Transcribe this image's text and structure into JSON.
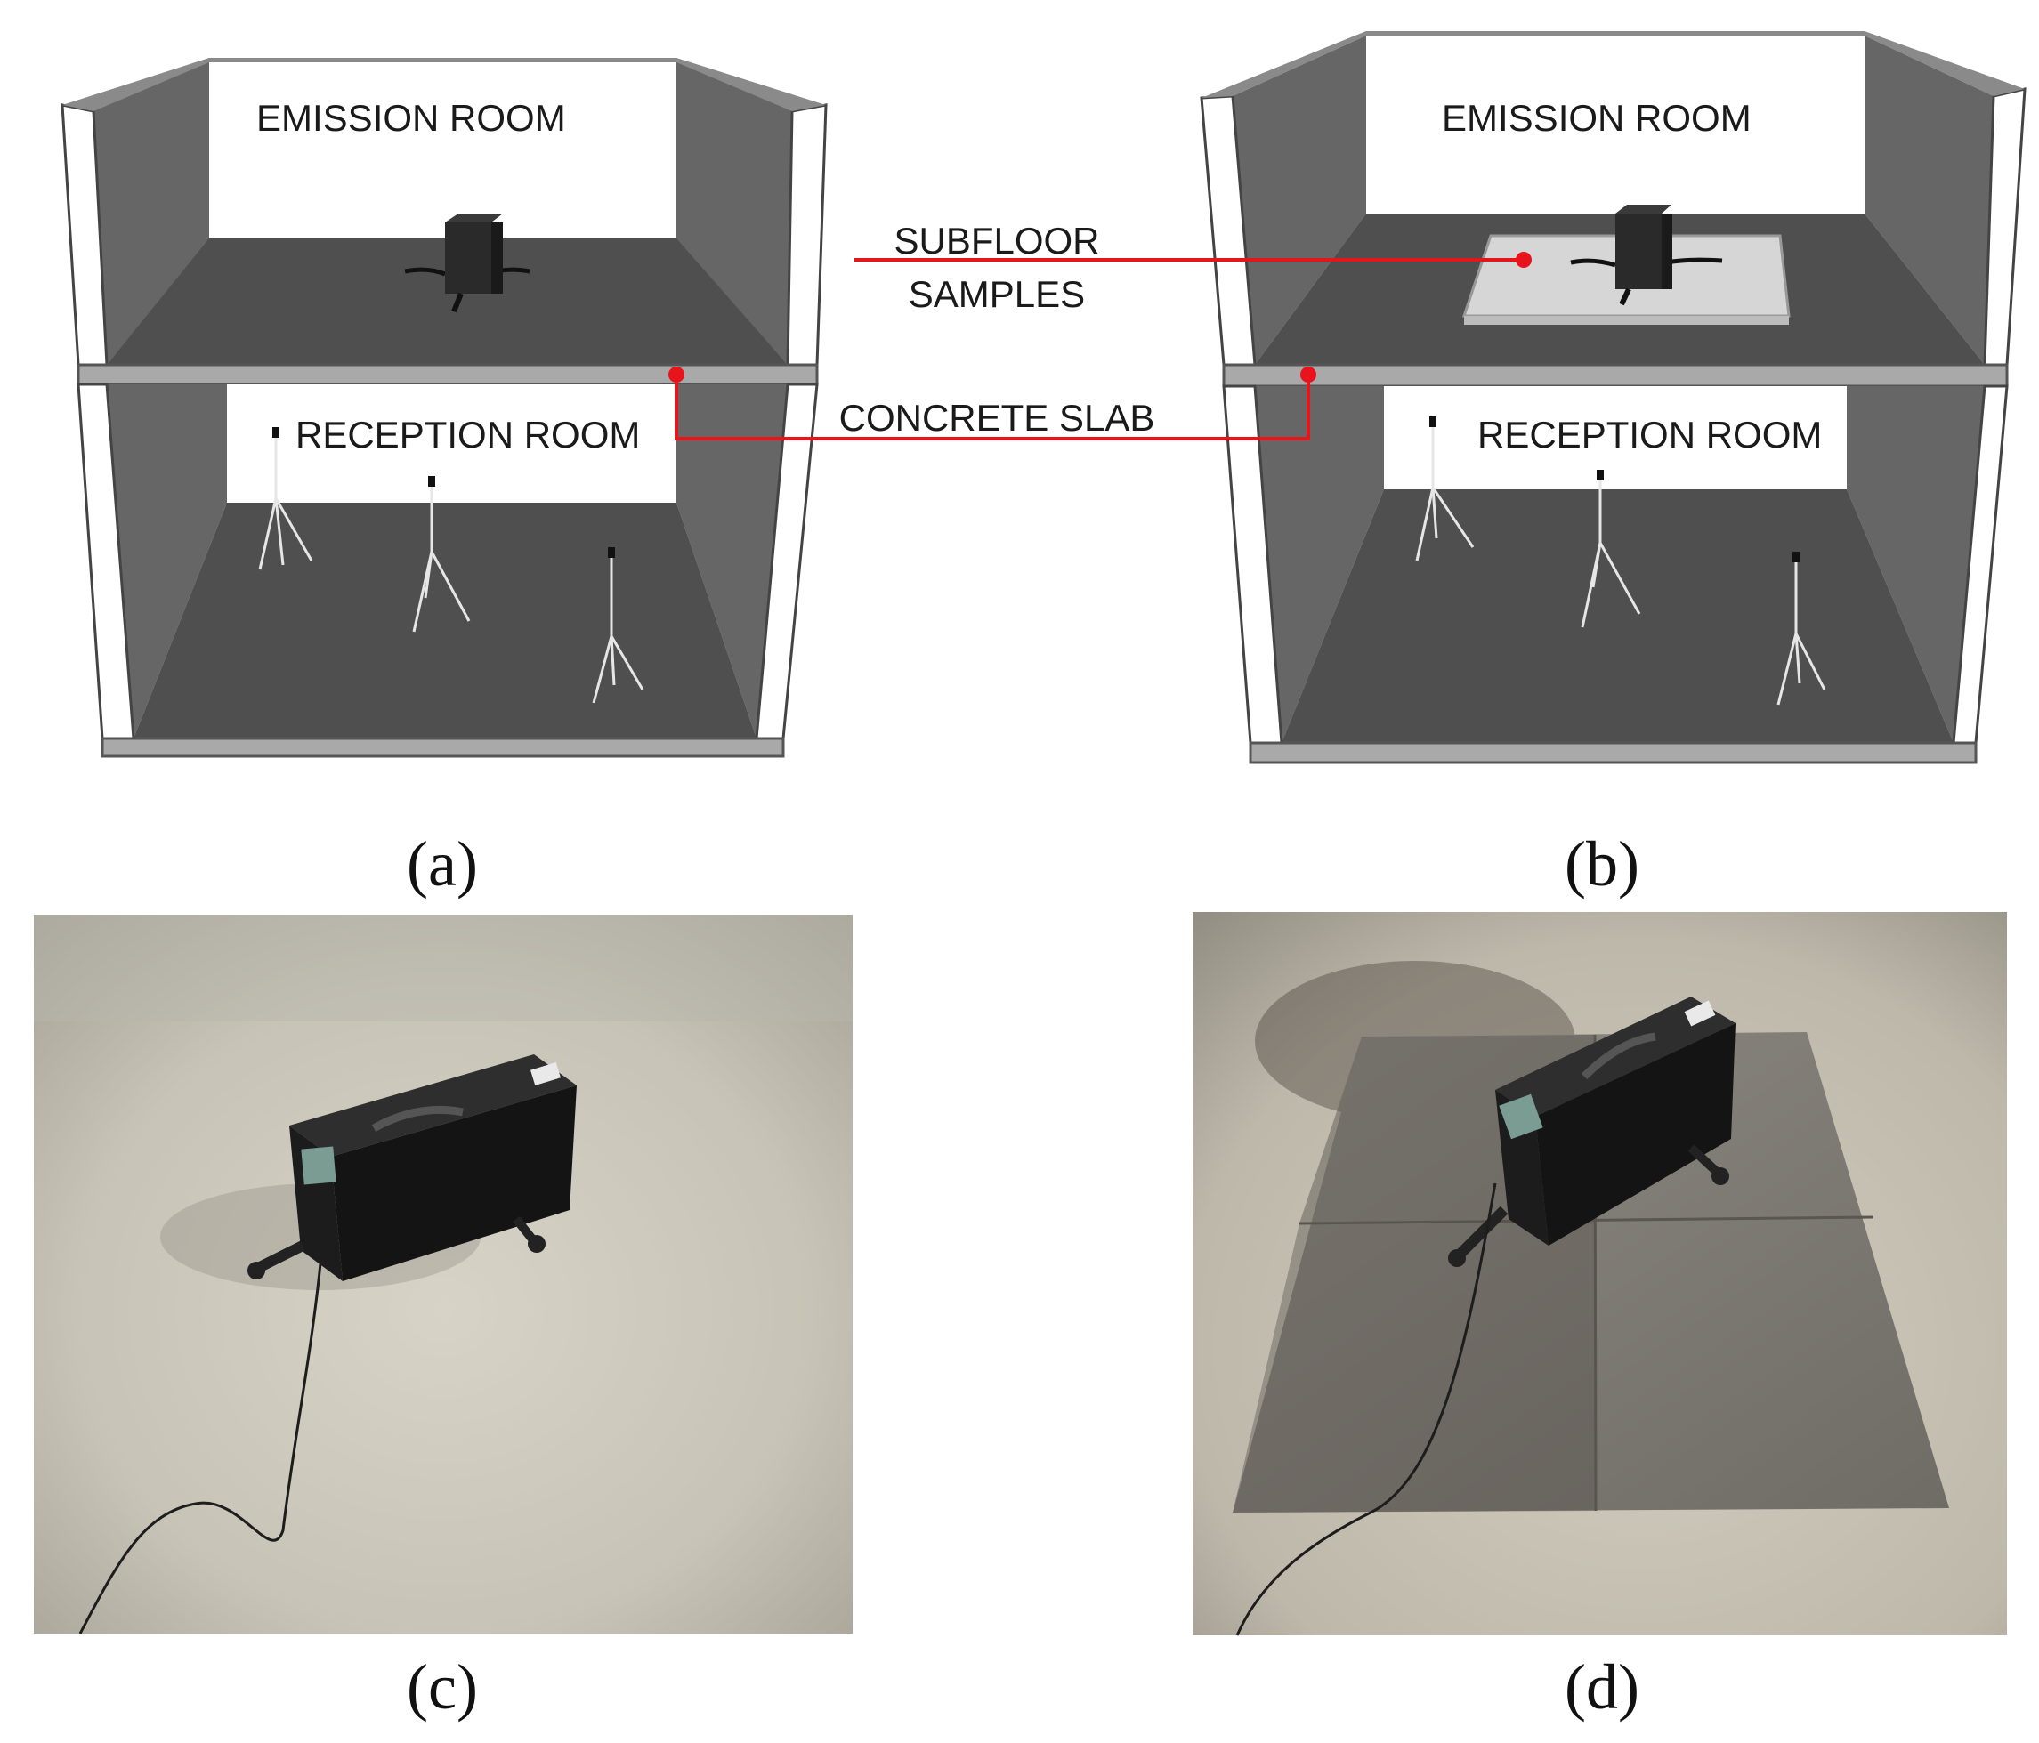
{
  "panel_a": {
    "emission_label": "EMISSION ROOM",
    "reception_label": "RECEPTION ROOM",
    "caption": "(a)"
  },
  "panel_b": {
    "emission_label": "EMISSION ROOM",
    "reception_label": "RECEPTION ROOM",
    "caption": "(b)"
  },
  "callouts": {
    "subfloor_line1": "SUBFLOOR",
    "subfloor_line2": "SAMPLES",
    "concrete_slab": "CONCRETE SLAB"
  },
  "panel_c": {
    "caption": "(c)"
  },
  "panel_d": {
    "caption": "(d)"
  },
  "colors": {
    "callout_red": "#e8141c",
    "wall_dark": "#666666",
    "floor": "#4f4f4f",
    "slab": "#a9a9a9"
  },
  "icons": [
    "tapping-machine-icon",
    "microphone-tripod-icon",
    "red-dot-marker"
  ]
}
